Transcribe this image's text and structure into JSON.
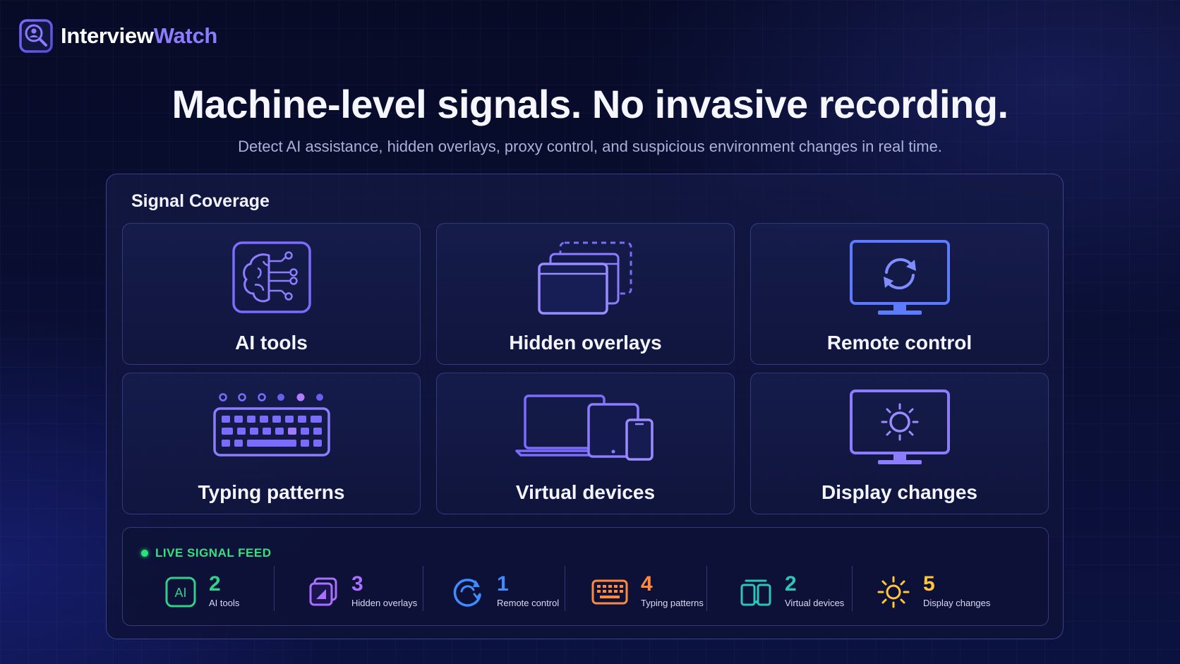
{
  "brand": {
    "name_part1": "Interview",
    "name_part2": "Watch",
    "logo_icon": "user-search-icon",
    "accent": "#8d7bff"
  },
  "hero": {
    "headline": "Machine-level signals. No invasive recording.",
    "subheadline": "Detect AI assistance, hidden overlays, proxy control, and suspicious environment changes in real time."
  },
  "coverage": {
    "title": "Signal Coverage",
    "cards": [
      {
        "label": "AI tools",
        "icon": "ai-brain-icon"
      },
      {
        "label": "Hidden overlays",
        "icon": "overlay-windows-icon"
      },
      {
        "label": "Remote control",
        "icon": "monitor-sync-icon"
      },
      {
        "label": "Typing patterns",
        "icon": "keyboard-icon"
      },
      {
        "label": "Virtual devices",
        "icon": "devices-icon"
      },
      {
        "label": "Display changes",
        "icon": "monitor-brightness-icon"
      }
    ]
  },
  "feed": {
    "title": "LIVE SIGNAL FEED",
    "status_color": "#2ee27a",
    "stats": [
      {
        "count": "2",
        "label": "AI tools",
        "color": "#2fd08a",
        "icon": "ai-badge-icon"
      },
      {
        "count": "3",
        "label": "Hidden overlays",
        "color": "#a970ff",
        "icon": "overlay-icon"
      },
      {
        "count": "1",
        "label": "Remote control",
        "color": "#3f8cff",
        "icon": "remote-sync-icon"
      },
      {
        "count": "4",
        "label": "Typing patterns",
        "color": "#ff8a3d",
        "icon": "keyboard-icon"
      },
      {
        "count": "2",
        "label": "Virtual devices",
        "color": "#2fc4b8",
        "icon": "devices-icon"
      },
      {
        "count": "5",
        "label": "Display changes",
        "color": "#ffc83a",
        "icon": "sun-icon"
      }
    ]
  }
}
